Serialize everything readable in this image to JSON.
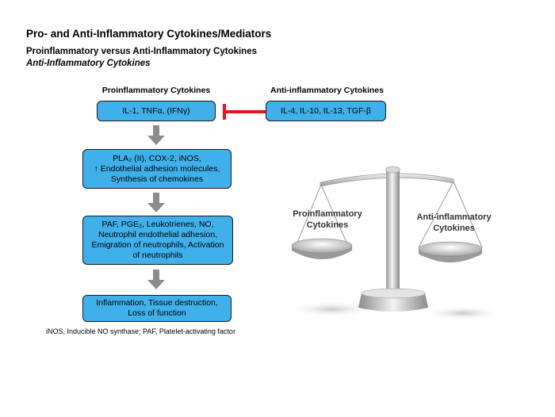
{
  "title": "Pro- and Anti-Inflammatory Cytokines/Mediators",
  "subtitle": "Proinflammatory versus Anti-Inflammatory Cytokines",
  "subtitle_italic": "Anti-Inflammatory Cytokines",
  "pro_header": "Proinflammatory Cytokines",
  "anti_header": "Anti-inflammatory Cytokines",
  "pro_box": "IL-1, TNFα, (IFNγ)",
  "anti_box": "IL-4, IL-10, IL-13, TGF-β",
  "box2": [
    "PLA₂ (II), COX-2, iNOS,",
    "↑ Endothelial adhesion molecules,",
    "Synthesis of chemokines"
  ],
  "box3": [
    "PAF, PGE₂, Leukotrienes, NO,",
    "Neutrophil endothelial adhesion,",
    "Emigration of neutrophils, Activation",
    "of neutrophils"
  ],
  "box4": [
    "Inflammation, Tissue destruction,",
    "Loss of function"
  ],
  "footnote": "iNOS, Inducible NO synthase; PAF, Platelet-activating factor",
  "scale": {
    "left_label": [
      "Proinflammatory",
      "Cytokines"
    ],
    "right_label": [
      "Anti-inflammatory",
      "Cytokines"
    ]
  },
  "colors": {
    "box_fill": "#3fb0ea",
    "inhibit": "#e8151b",
    "arrow": "#8c8c8c"
  }
}
